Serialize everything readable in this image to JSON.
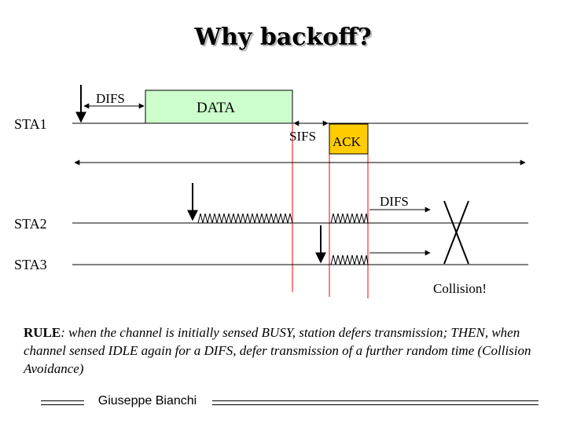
{
  "title": "Why backoff?",
  "stations": {
    "sta1": "STA1",
    "sta2": "STA2",
    "sta3": "STA3"
  },
  "frames": {
    "difs_sta1": "DIFS",
    "data": "DATA",
    "sifs": "SIFS",
    "ack": "ACK",
    "difs_sta2": "DIFS"
  },
  "collision_label": "Collision!",
  "colors": {
    "data_fill": "#ccffcc",
    "ack_fill": "#ffcc00",
    "marker_line": "#ff0000"
  },
  "rule": {
    "label": "RULE",
    "text": ": when the channel is initially sensed BUSY, station defers transmission; THEN, when channel sensed IDLE again for a DIFS, defer transmission of a further random time (Collision Avoidance)"
  },
  "footer": {
    "author": "Giuseppe Bianchi"
  }
}
